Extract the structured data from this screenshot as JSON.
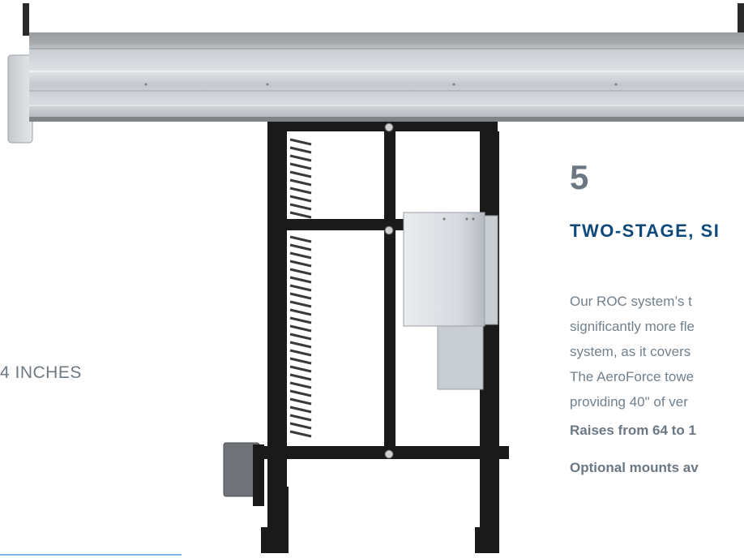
{
  "left_panel": {
    "label": "4 INCHES"
  },
  "feature": {
    "number": "5",
    "heading": "TWO-STAGE, SI",
    "body_lines": [
      "Our ROC system’s t",
      "significantly more fle",
      "system, as it covers",
      "The AeroForce towe",
      "providing 40\" of ver"
    ],
    "highlights": [
      "Raises from 64 to 1",
      "Optional mounts av"
    ]
  },
  "colors": {
    "heading": "#0d4a7b",
    "number": "#6b7884",
    "body": "#72808c",
    "rule": "#7fb3e6",
    "frame": "#1a1a1a",
    "rail": "#b9bec3"
  },
  "icons": {
    "product_image": "roc-tower-lift-illustration"
  }
}
